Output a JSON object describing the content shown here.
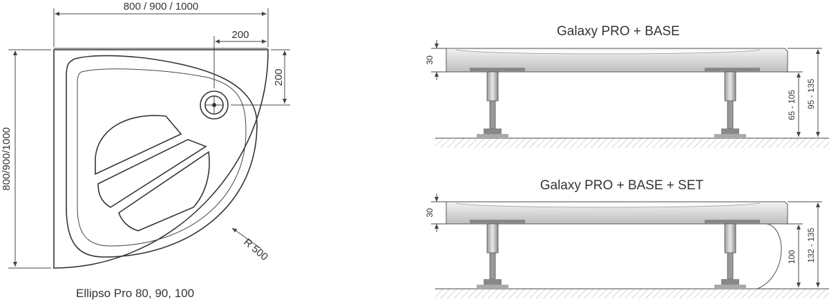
{
  "plan": {
    "dim_width": "800 / 900 / 1000",
    "dim_height": "800/900/1000",
    "dim_drain_x": "200",
    "dim_drain_y": "200",
    "radius": "R 500",
    "caption": "Ellipso Pro 80, 90, 100"
  },
  "side_top": {
    "title": "Galaxy PRO + BASE",
    "dim_thickness": "30",
    "dim_leg": "65 - 105",
    "dim_total": "95 - 135"
  },
  "side_bottom": {
    "title": "Galaxy PRO + BASE + SET",
    "dim_thickness": "30",
    "dim_panel": "100",
    "dim_total": "132 - 135"
  }
}
